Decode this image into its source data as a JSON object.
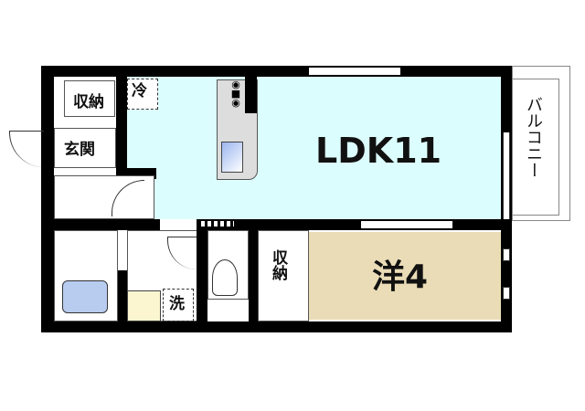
{
  "floor_plan": {
    "colors": {
      "ldk_fill": "#dcfdfd",
      "western_room_fill": "#eadcb6",
      "bath_fill": "#b8ccf0",
      "wall": "#000000"
    },
    "rooms": {
      "ldk": {
        "label": "LDK11"
      },
      "western": {
        "label": "洋4"
      },
      "balcony": {
        "label": "バルコニー"
      },
      "entrance": {
        "label": "玄関"
      },
      "storage_entry": {
        "label": "収納"
      },
      "storage_room": {
        "label": "収納"
      },
      "fridge": {
        "label": "冷"
      },
      "washer": {
        "label": "洗"
      }
    },
    "fixtures": [
      "stove-icon",
      "sink-icon",
      "toilet-icon",
      "bathtub-icon",
      "washbasin-icon"
    ]
  }
}
